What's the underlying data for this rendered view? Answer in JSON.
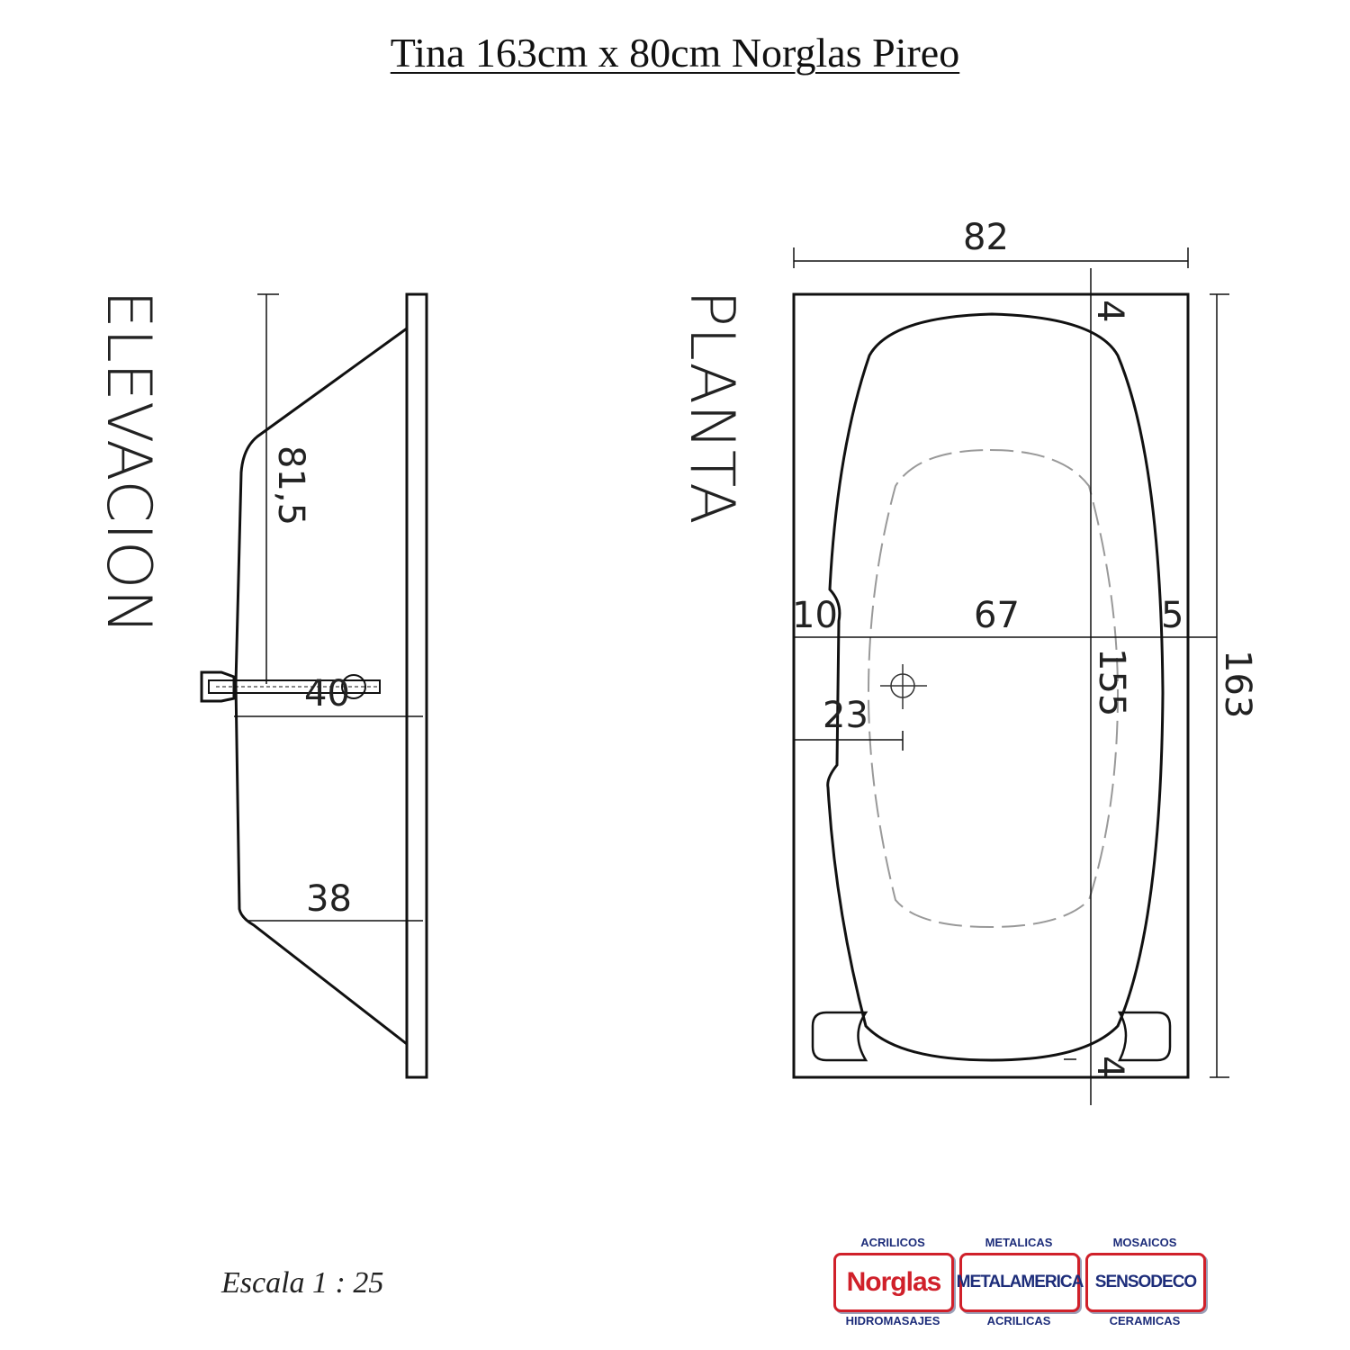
{
  "title": "Tina 163cm x 80cm Norglas Pireo",
  "views": {
    "elevation_label": "ELEVACION",
    "plan_label": "PLANTA"
  },
  "elevation_dims": {
    "height": "81,5",
    "mid_width": "40",
    "bottom_width": "38"
  },
  "plan_dims": {
    "width_total": "82",
    "length_total": "163",
    "inner_length": "155",
    "inner_width": "67",
    "left_rim": "10",
    "right_rim": "5",
    "top_rim": "4",
    "bottom_rim": "4",
    "drain_offset": "23"
  },
  "scale": "Escala 1 : 25",
  "logos": [
    {
      "top": "ACRILICOS",
      "name": "Norglas",
      "bottom": "HIDROMASAJES"
    },
    {
      "top": "METALICAS",
      "name": "METALAMERICA",
      "bottom": "ACRILICAS"
    },
    {
      "top": "MOSAICOS",
      "name": "SENSODECO",
      "bottom": "CERAMICAS"
    }
  ],
  "colors": {
    "line": "#111111",
    "brand_red": "#d0202a",
    "brand_blue": "#1d2d7a"
  }
}
